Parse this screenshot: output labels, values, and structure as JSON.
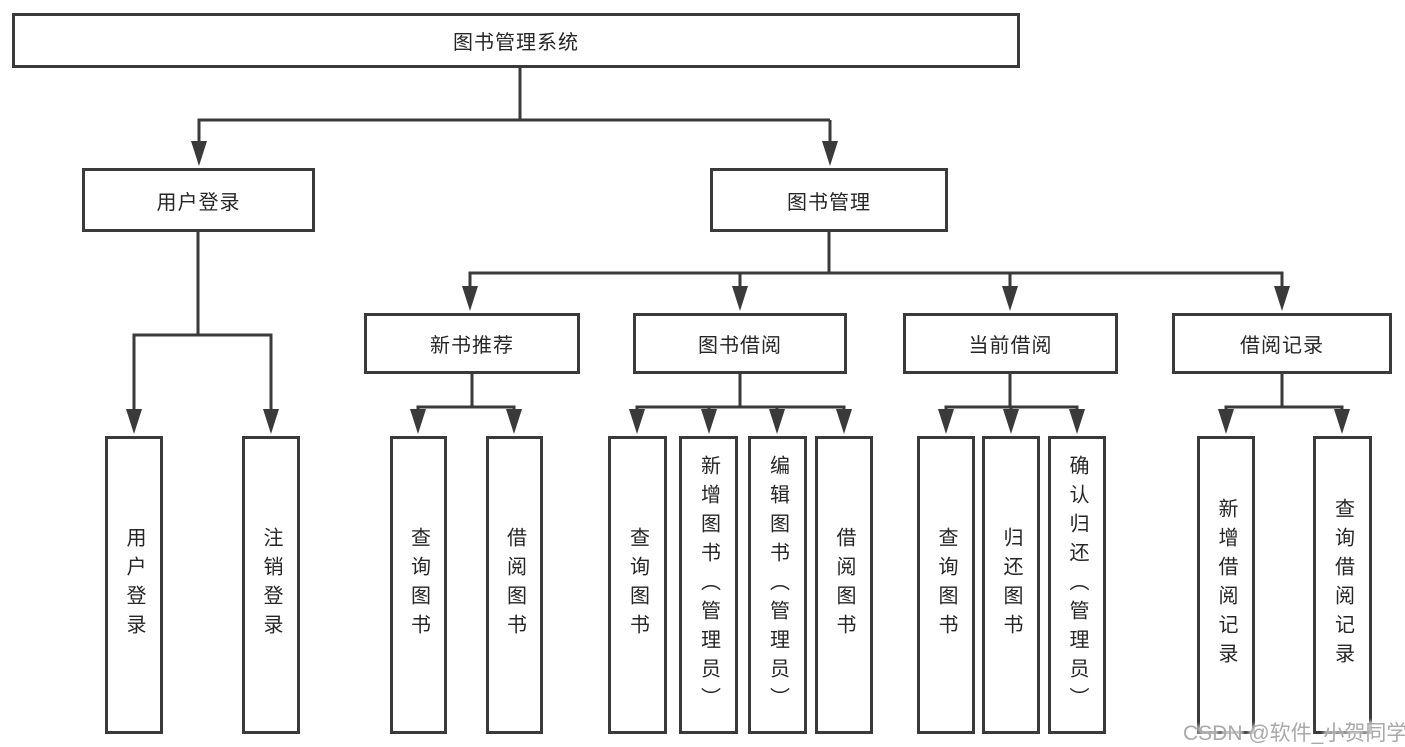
{
  "diagram_title": "图书管理系统",
  "nodes": {
    "root": "图书管理系统",
    "user_login": "用户登录",
    "book_management": "图书管理",
    "new_book_recommend": "新书推荐",
    "book_borrowing": "图书借阅",
    "current_borrowing": "当前借阅",
    "borrowing_records": "借阅记录",
    "user_login_action": "用户登录",
    "logout_action": "注销登录",
    "query_books_recommend": "查询图书",
    "borrow_books_recommend": "借阅图书",
    "query_books_borrowing": "查询图书",
    "add_books_admin": "新增图书（管理员）",
    "edit_books_admin": "编辑图书（管理员）",
    "borrow_books_borrowing": "借阅图书",
    "query_books_current": "查询图书",
    "return_books": "归还图书",
    "confirm_return_admin": "确认归还（管理员）",
    "add_borrow_record": "新增借阅记录",
    "query_borrow_record": "查询借阅记录"
  },
  "hierarchy": {
    "root": [
      "user_login",
      "book_management"
    ],
    "user_login": [
      "user_login_action",
      "logout_action"
    ],
    "book_management": [
      "new_book_recommend",
      "book_borrowing",
      "current_borrowing",
      "borrowing_records"
    ],
    "new_book_recommend": [
      "query_books_recommend",
      "borrow_books_recommend"
    ],
    "book_borrowing": [
      "query_books_borrowing",
      "add_books_admin",
      "edit_books_admin",
      "borrow_books_borrowing"
    ],
    "current_borrowing": [
      "query_books_current",
      "return_books",
      "confirm_return_admin"
    ],
    "borrowing_records": [
      "add_borrow_record",
      "query_borrow_record"
    ]
  },
  "watermark": "CSDN @软件_小贺同学",
  "colors": {
    "line": "#3a3a3a",
    "box_border": "#3a3a3a",
    "box_fill": "#ffffff",
    "text": "#262626",
    "watermark_text": "#a9a9a9",
    "background": "#ffffff"
  }
}
